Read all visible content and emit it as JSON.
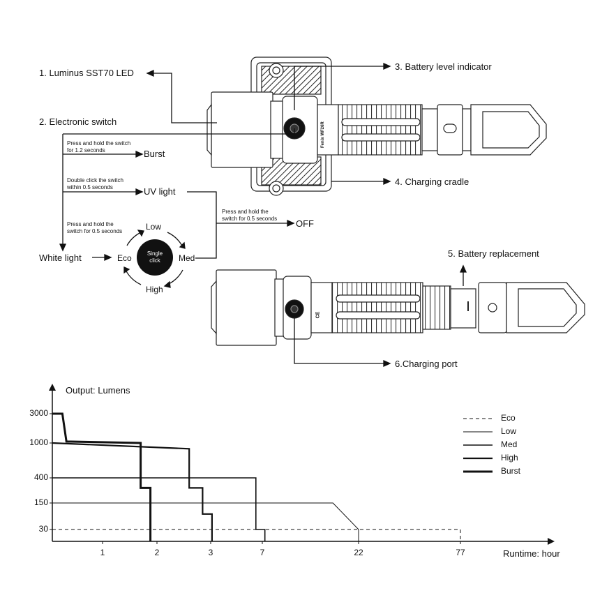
{
  "callouts": {
    "led": "1. Luminus SST70 LED",
    "switch": "2. Electronic switch",
    "battery_indicator": "3. Battery level indicator",
    "cradle": "4. Charging cradle",
    "battery_replacement": "5. Battery replacement",
    "charging_port": "6.Charging port"
  },
  "operation": {
    "burst_instr_1": "Press and hold the switch",
    "burst_instr_2": "for 1.2 seconds",
    "burst": "Burst",
    "uv_instr_1": "Double click the switch",
    "uv_instr_2": "within 0.5 seconds",
    "uv": "UV light",
    "off_instr_1": "Press and hold the",
    "off_instr_2": "switch for 0.5 seconds",
    "off": "OFF",
    "white_instr_1": "Press and hold the",
    "white_instr_2": "switch for 0.5 seconds",
    "white_light": "White light",
    "single_click_1": "Single",
    "single_click_2": "click",
    "modes": {
      "eco": "Eco",
      "low": "Low",
      "med": "Med",
      "high": "High"
    }
  },
  "body_markings": {
    "brand": "Fenix WF26R",
    "mark_ce": "CE"
  },
  "chart_data": {
    "type": "line",
    "ylabel": "Output: Lumens",
    "xlabel": "Runtime: hour",
    "x_ticks": [
      "1",
      "2",
      "3",
      "7",
      "22",
      "77"
    ],
    "y_ticks": [
      "3000",
      "1000",
      "400",
      "150",
      "30"
    ],
    "x_tick_values": [
      1,
      2,
      3,
      7,
      22,
      77
    ],
    "y_tick_values": [
      3000,
      1000,
      400,
      150,
      30
    ],
    "legend_position": "top-right",
    "series": [
      {
        "name": "Eco",
        "style": "dashed",
        "width": 1,
        "points": [
          [
            0,
            30
          ],
          [
            77,
            30
          ],
          [
            77,
            0
          ]
        ]
      },
      {
        "name": "Low",
        "style": "solid",
        "width": 1,
        "points": [
          [
            0,
            150
          ],
          [
            18,
            150
          ],
          [
            22,
            30
          ],
          [
            22,
            0
          ]
        ]
      },
      {
        "name": "Med",
        "style": "solid",
        "width": 1.6,
        "points": [
          [
            0,
            400
          ],
          [
            6.5,
            400
          ],
          [
            6.5,
            30
          ],
          [
            7.4,
            30
          ],
          [
            7.4,
            0
          ]
        ]
      },
      {
        "name": "High",
        "style": "solid",
        "width": 2.2,
        "points": [
          [
            0,
            1000
          ],
          [
            2.6,
            900
          ],
          [
            2.6,
            300
          ],
          [
            2.85,
            300
          ],
          [
            2.85,
            100
          ],
          [
            3.1,
            100
          ],
          [
            3.1,
            0
          ]
        ]
      },
      {
        "name": "Burst",
        "style": "solid",
        "width": 3,
        "points": [
          [
            0,
            3000
          ],
          [
            0.2,
            3000
          ],
          [
            0.28,
            1100
          ],
          [
            1.7,
            1000
          ],
          [
            1.7,
            300
          ],
          [
            1.88,
            300
          ],
          [
            1.88,
            0
          ]
        ]
      }
    ]
  }
}
